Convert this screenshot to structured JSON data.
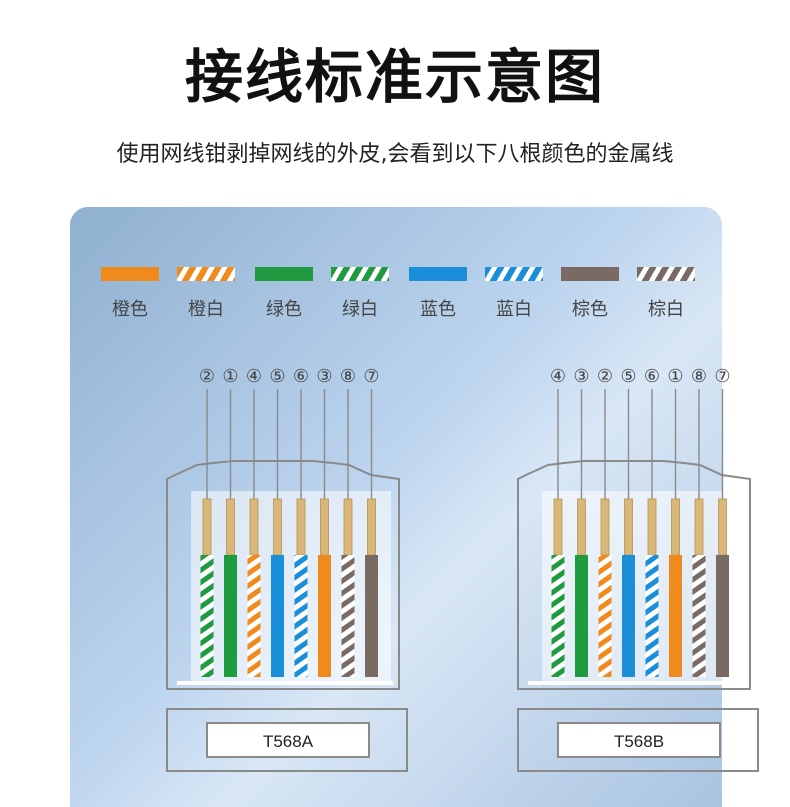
{
  "title": "接线标准示意图",
  "subtitle": "使用网线钳剥掉网线的外皮,会看到以下八根颜色的金属线",
  "colors": {
    "orange": "#f08a1c",
    "green": "#1f9a3e",
    "blue": "#1a8ed8",
    "brown": "#7a6a64",
    "gold": "#d9b77a",
    "outline": "#8a8a8a"
  },
  "legend": [
    {
      "label": "橙色",
      "color": "orange",
      "striped": false
    },
    {
      "label": "橙白",
      "color": "orange",
      "striped": true
    },
    {
      "label": "绿色",
      "color": "green",
      "striped": false
    },
    {
      "label": "绿白",
      "color": "green",
      "striped": true
    },
    {
      "label": "蓝色",
      "color": "blue",
      "striped": false
    },
    {
      "label": "蓝白",
      "color": "blue",
      "striped": true
    },
    {
      "label": "棕色",
      "color": "brown",
      "striped": false
    },
    {
      "label": "棕白",
      "color": "brown",
      "striped": true
    }
  ],
  "connectors": [
    {
      "label": "T568A",
      "pin_labels": [
        "②",
        "①",
        "④",
        "⑤",
        "⑥",
        "③",
        "⑧",
        "⑦"
      ],
      "wires": [
        {
          "color": "green",
          "striped": true
        },
        {
          "color": "green",
          "striped": false
        },
        {
          "color": "orange",
          "striped": true
        },
        {
          "color": "blue",
          "striped": false
        },
        {
          "color": "blue",
          "striped": true
        },
        {
          "color": "orange",
          "striped": false
        },
        {
          "color": "brown",
          "striped": true
        },
        {
          "color": "brown",
          "striped": false
        }
      ]
    },
    {
      "label": "T568B",
      "pin_labels": [
        "④",
        "③",
        "②",
        "⑤",
        "⑥",
        "①",
        "⑧",
        "⑦"
      ],
      "wires": [
        {
          "color": "green",
          "striped": true
        },
        {
          "color": "green",
          "striped": false
        },
        {
          "color": "orange",
          "striped": true
        },
        {
          "color": "blue",
          "striped": false
        },
        {
          "color": "blue",
          "striped": true
        },
        {
          "color": "orange",
          "striped": false
        },
        {
          "color": "brown",
          "striped": true
        },
        {
          "color": "brown",
          "striped": false
        }
      ]
    }
  ]
}
